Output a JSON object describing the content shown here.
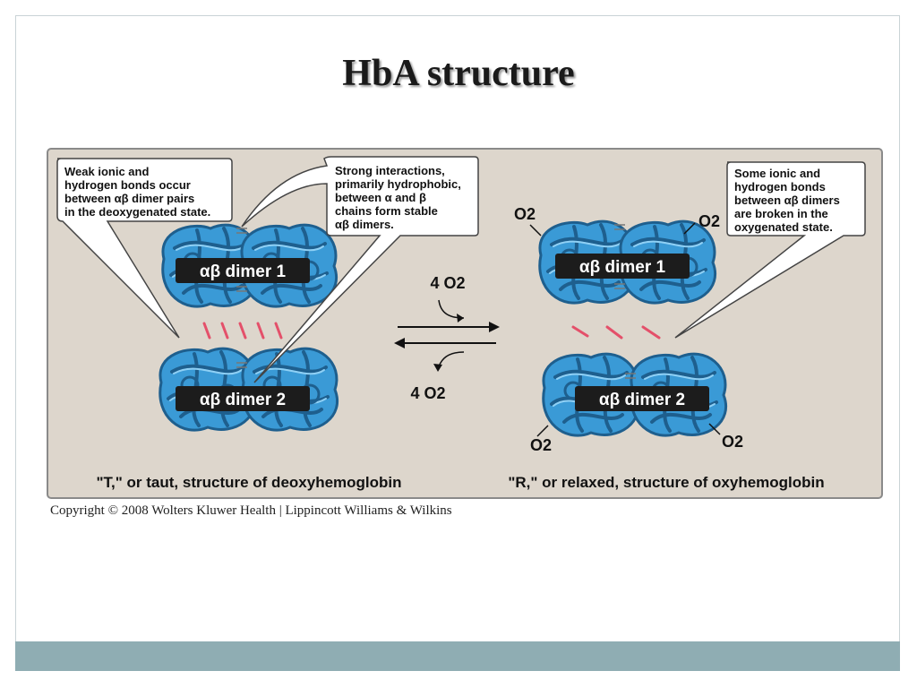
{
  "slide": {
    "title": "HbA structure",
    "copyright": "Copyright © 2008 Wolters Kluwer Health | Lippincott Williams & Wilkins"
  },
  "figure": {
    "callouts": {
      "weak": [
        "Weak ionic and",
        "hydrogen bonds occur",
        "between αβ dimer pairs",
        "in the deoxygenated state."
      ],
      "strong": [
        "Strong interactions,",
        "primarily hydrophobic,",
        "between α and β",
        "chains form stable",
        "αβ dimers."
      ],
      "broken": [
        "Some ionic and",
        "hydrogen bonds",
        "between αβ dimers",
        "are broken in the",
        "oxygenated state."
      ]
    },
    "dimer_labels": {
      "t_top": "αβ dimer 1",
      "t_bottom": "αβ dimer 2",
      "r_top": "αβ dimer 1",
      "r_bottom": "αβ dimer 2"
    },
    "oxygen": {
      "o2": "O2",
      "forward": "4 O2",
      "reverse": "4 O2"
    },
    "captions": {
      "t_state": "\"T,\" or taut, structure of deoxyhemoglobin",
      "r_state": "\"R,\" or relaxed, structure of oxyhemoglobin"
    },
    "colors": {
      "panel_bg": "#ddd6cc",
      "protein": "#3a9ad6",
      "protein_dark": "#1e5f8e",
      "label_bg": "#1c1c1c",
      "bond": "#e4506a"
    }
  }
}
